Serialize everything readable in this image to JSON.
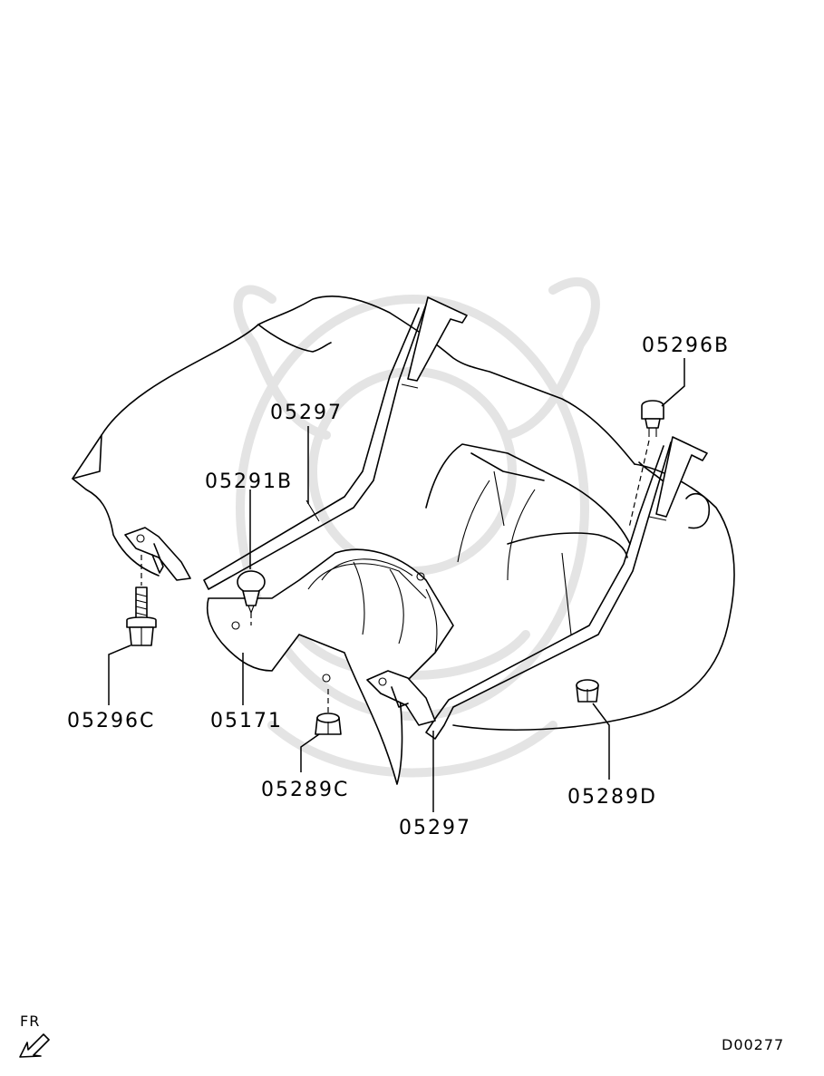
{
  "labels": {
    "strap_upper": "05297",
    "clip": "05291B",
    "bolt_left": "05296C",
    "protector": "05171",
    "nut_center": "05289C",
    "strap_lower": "05297",
    "bolt_right": "05296B",
    "nut_right": "05289D"
  },
  "direction_label": "FR",
  "drawing_number": "D00277"
}
